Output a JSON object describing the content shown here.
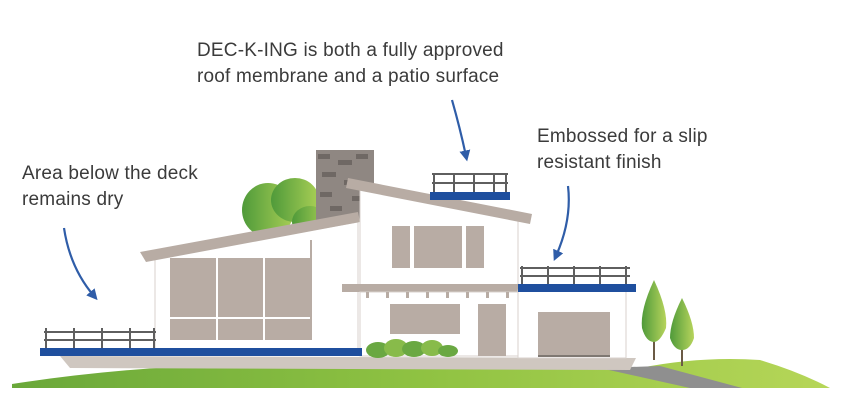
{
  "annotations": {
    "membrane": {
      "line1": "DEC-K-ING is both a fully approved",
      "line2": "roof membrane and a patio surface"
    },
    "slip": {
      "line1": "Embossed for a slip",
      "line2": "resistant finish"
    },
    "dry": {
      "line1": "Area below the deck",
      "line2": "remains dry"
    }
  },
  "colors": {
    "deck_blue": "#1f4f9e",
    "arrow_blue": "#2f5da8",
    "text": "#3b3b3b",
    "wall_taupe": "#b8aca4",
    "chimney": "#8f8782",
    "grass": "#8bbf3f",
    "shrub_green": "#6aa842"
  }
}
